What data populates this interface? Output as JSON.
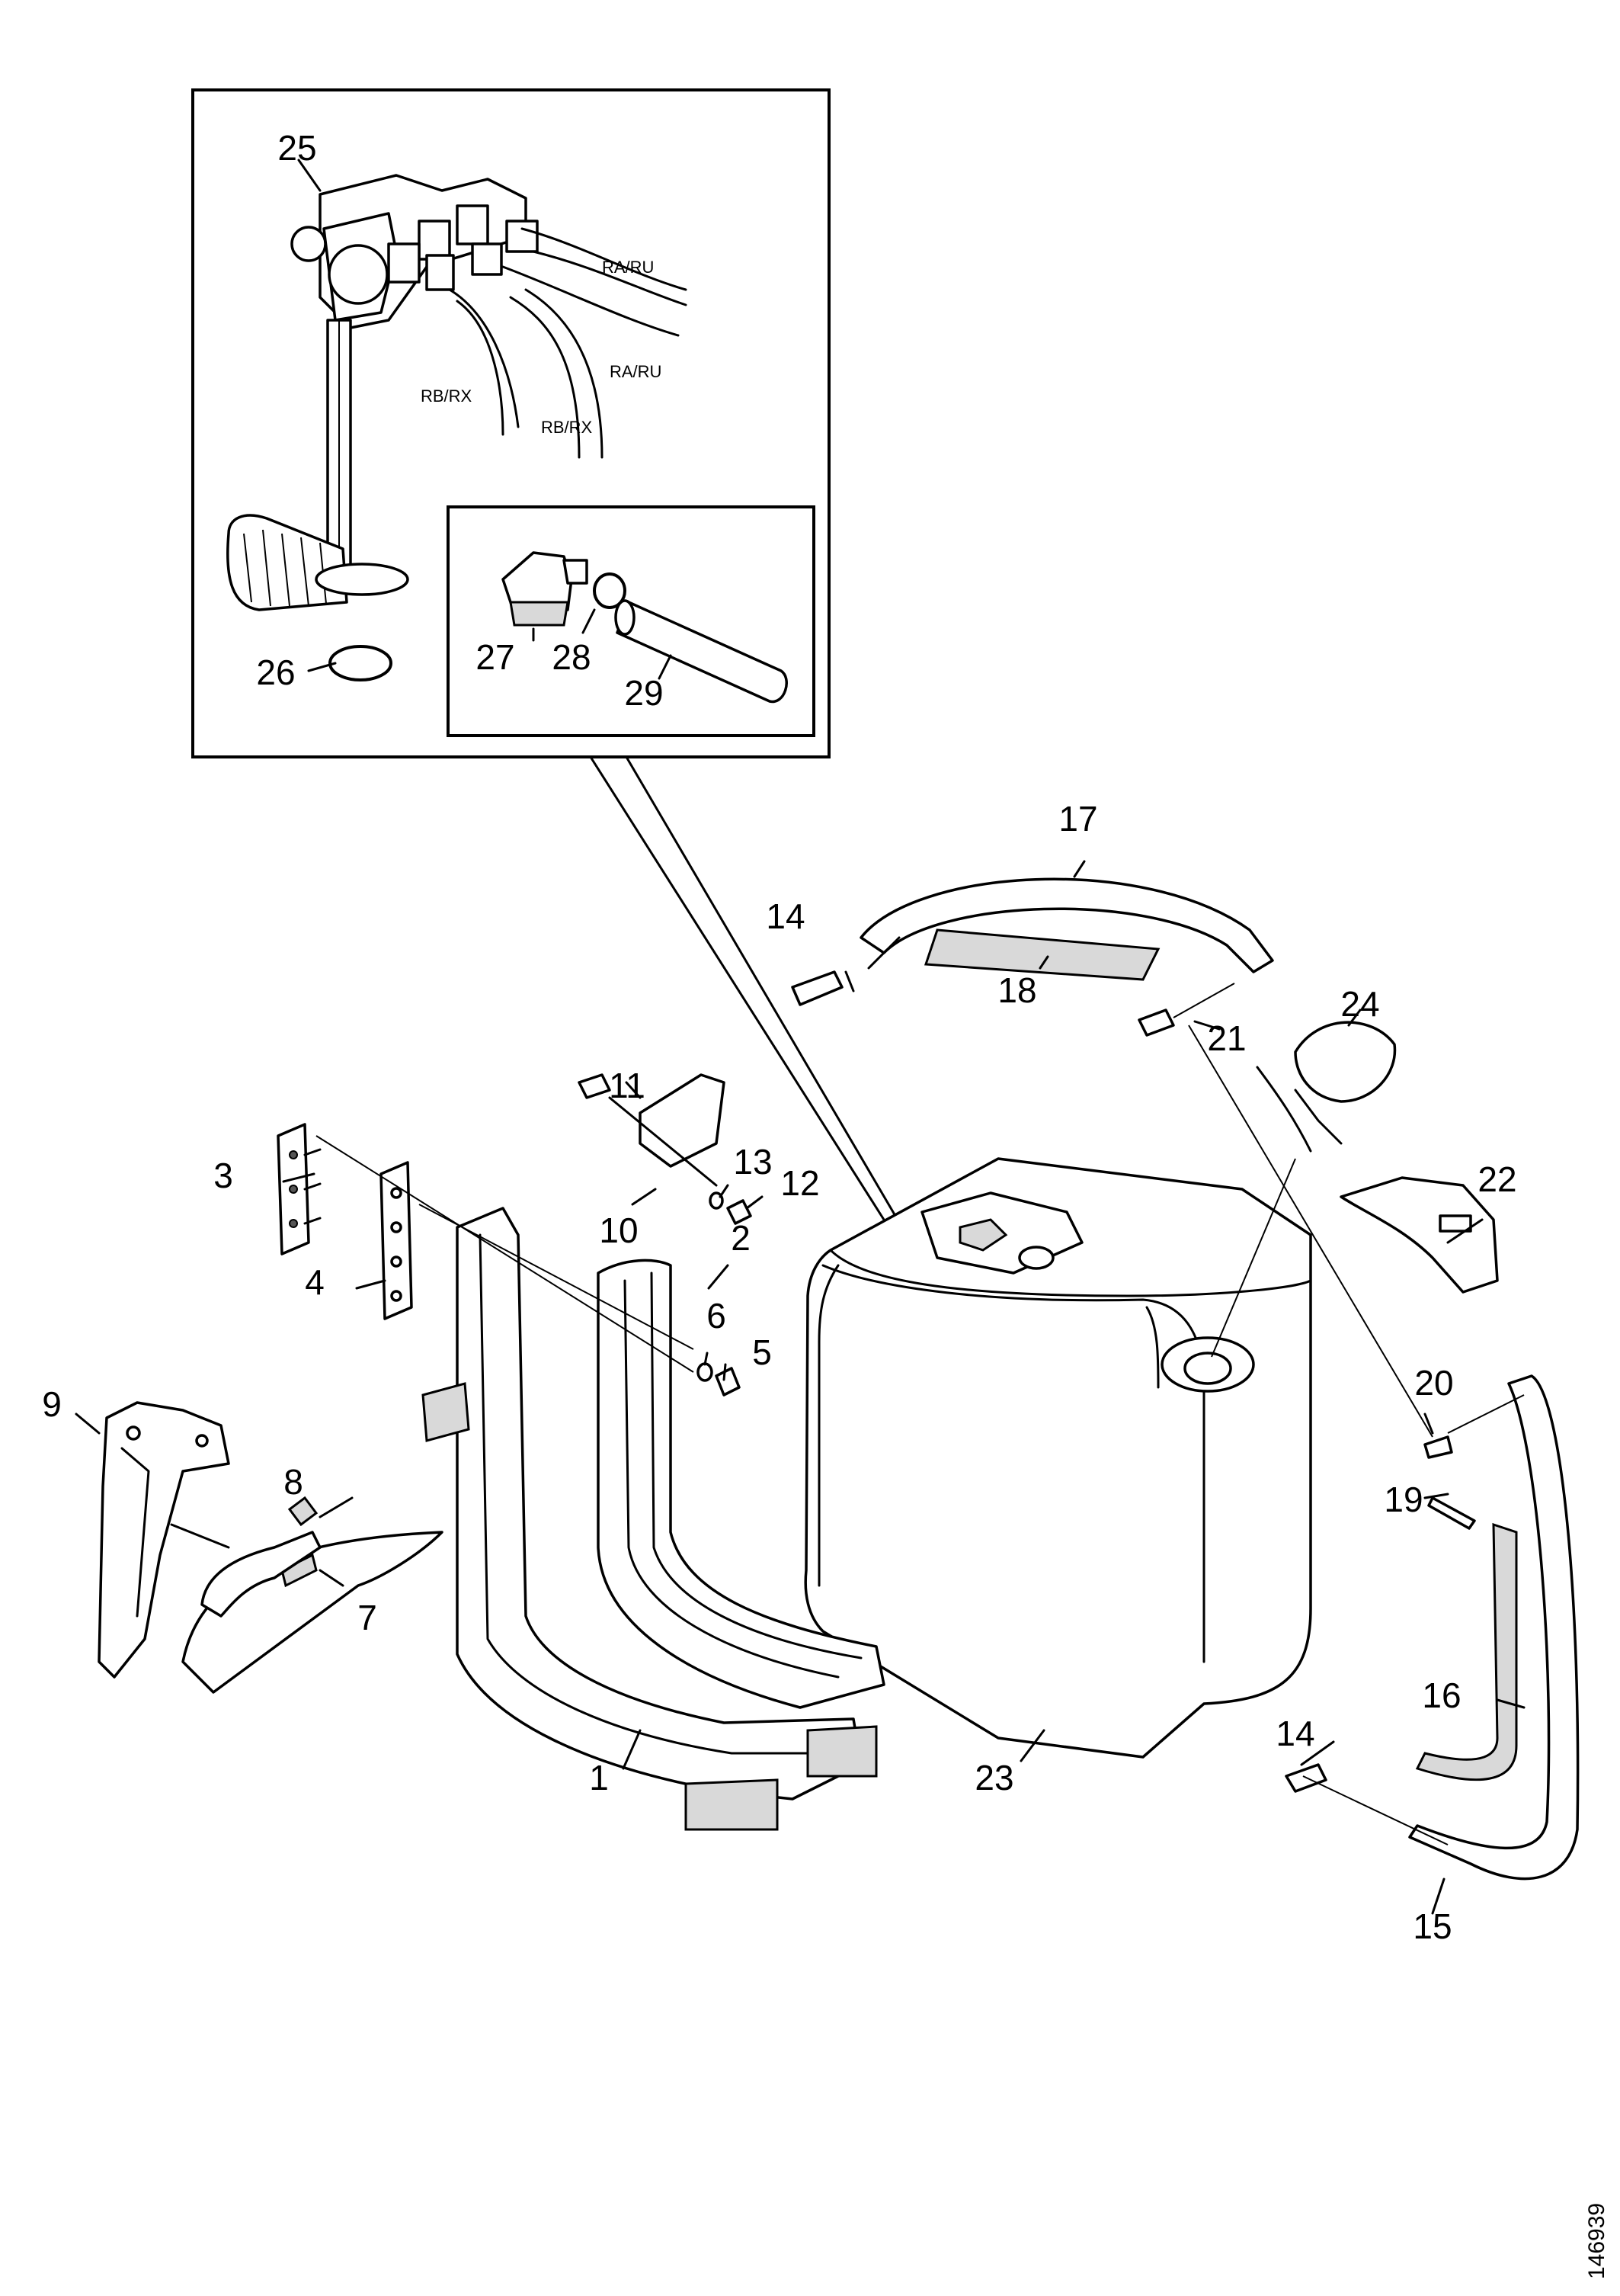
{
  "figure_number": "146939",
  "callouts": [
    "1",
    "2",
    "3",
    "4",
    "5",
    "6",
    "7",
    "8",
    "9",
    "10",
    "11",
    "12",
    "13",
    "14",
    "14",
    "15",
    "16",
    "17",
    "18",
    "19",
    "20",
    "21",
    "22",
    "23",
    "24",
    "25",
    "26",
    "27",
    "28",
    "29"
  ],
  "pipe_labels": [
    "RA/RU",
    "RA/RU",
    "RB/RX",
    "RB/RX"
  ]
}
